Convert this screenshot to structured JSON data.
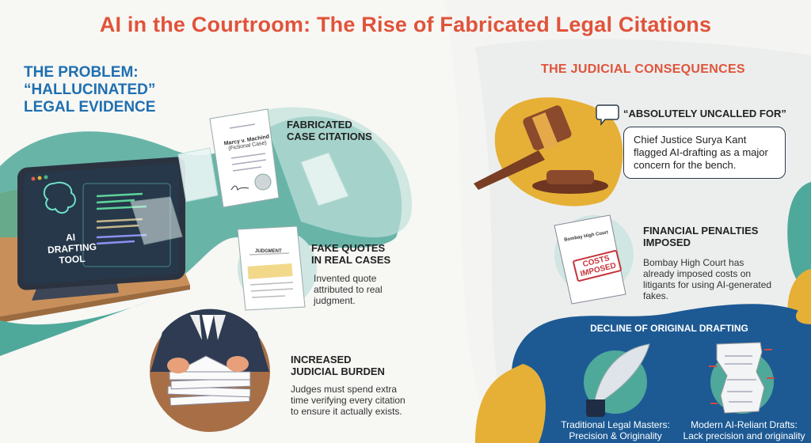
{
  "title": "AI in the Courtroom: The Rise of Fabricated Legal Citations",
  "problem": {
    "heading": [
      "THE PROBLEM:",
      "“HALLUCINATED”",
      "LEGAL EVIDENCE"
    ],
    "tablet_label": [
      "AI",
      "DRAFTING",
      "TOOL"
    ],
    "fabricated": {
      "label": [
        "FABRICATED",
        "CASE CITATIONS"
      ],
      "doc_title": "Marcy v. Machind",
      "doc_sub": "(Fictional Case)"
    },
    "fake_quotes": {
      "label": [
        "FAKE QUOTES",
        "IN REAL CASES"
      ],
      "body": "Invented quote attributed to real judgment.",
      "doc_title": "JUDGMENT"
    },
    "burden": {
      "label": [
        "INCREASED",
        "JUDICIAL BURDEN"
      ],
      "body": "Judges must spend extra time verifying every citation to ensure it actually exists."
    }
  },
  "consequences": {
    "heading": "THE JUDICIAL CONSEQUENCES",
    "quote": {
      "label": "“ABSOLUTELY UNCALLED FOR”",
      "body": "Chief Justice Surya Kant flagged AI-drafting as a major concern for the bench."
    },
    "penalties": {
      "label": [
        "FINANCIAL PENALTIES",
        "IMPOSED"
      ],
      "body": "Bombay High Court has already imposed costs on litigants for using AI-generated fakes.",
      "doc_title": "Bombay High Court",
      "stamp": [
        "COSTS",
        "IMPOSED"
      ]
    },
    "decline": {
      "heading": "DECLINE OF ORIGINAL DRAFTING",
      "items": [
        {
          "caption": [
            "Traditional Legal Masters:",
            "Precision & Originality"
          ]
        },
        {
          "caption": [
            "Modern AI-Reliant Drafts:",
            "Lack precision and originality"
          ]
        }
      ]
    }
  },
  "colors": {
    "red": "#e0533a",
    "blue": "#1f6fb0",
    "teal": "#4fa99a",
    "yellow": "#e6b036",
    "navy": "#1d5a94"
  }
}
